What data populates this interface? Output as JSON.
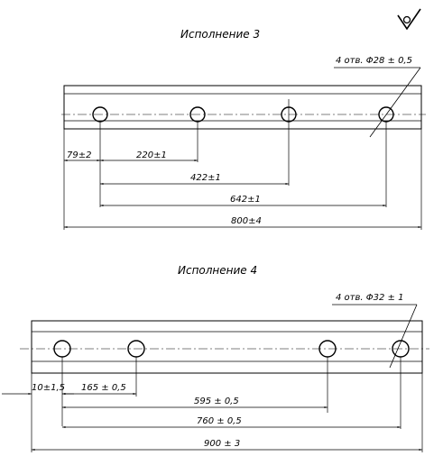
{
  "marks": {
    "finish_symbol": "check-roughness-icon"
  },
  "variant3": {
    "title": "Исполнение 3",
    "hole_note": "4 отв. Φ28 ± 0,5",
    "dims": [
      "79±2",
      "220±1",
      "422±1",
      "642±1",
      "800±4"
    ]
  },
  "variant4": {
    "title": "Исполнение 4",
    "hole_note": "4 отв. Φ32 ± 1",
    "dims": [
      "10±1,5",
      "165 ± 0,5",
      "595 ± 0,5",
      "760 ± 0,5",
      "900 ± 3"
    ]
  }
}
